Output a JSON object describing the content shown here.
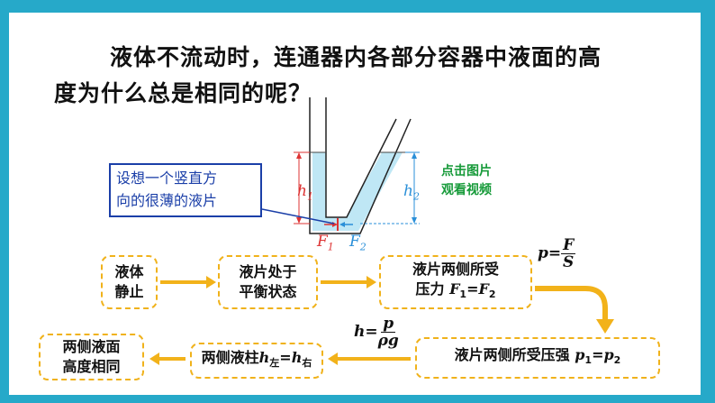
{
  "intro": {
    "line1": "液体不流动时，连通器内各部分容器中液面的高",
    "line2": "度为什么总是相同的呢？"
  },
  "callout": {
    "line1": "设想一个竖直方",
    "line2": "向的很薄的液片"
  },
  "video_link": {
    "line1": "点击图片",
    "line2": "观看视频"
  },
  "diagram": {
    "h1": "h",
    "h1_sub": "1",
    "h2": "h",
    "h2_sub": "2",
    "f1": "F",
    "f1_sub": "1",
    "f2": "F",
    "f2_sub": "2"
  },
  "flow": {
    "step1": {
      "line1": "液体",
      "line2": "静止"
    },
    "step2": {
      "line1": "液片处于",
      "line2": "平衡状态"
    },
    "step3": {
      "line1": "液片两侧所受",
      "line2": "压力 ",
      "eq_a": "F",
      "eq_a_sub": "1",
      "eq_mid": "=",
      "eq_b": "F",
      "eq_b_sub": "2"
    },
    "step4": {
      "text": "液片两侧所受压强 ",
      "eq_a": "p",
      "eq_a_sub": "1",
      "eq_mid": "=",
      "eq_b": "p",
      "eq_b_sub": "2"
    },
    "step5": {
      "text": "两侧液柱",
      "eq_a": "h",
      "eq_a_sub": "左",
      "eq_mid": "=",
      "eq_b": "h",
      "eq_b_sub": "右"
    },
    "step6": {
      "line1": "两侧液面",
      "line2": "高度相同"
    }
  },
  "formulas": {
    "pressure": {
      "lhs": "p=",
      "num": "F",
      "den": "S"
    },
    "height": {
      "lhs": "h=",
      "num": "p",
      "den": "ρg"
    }
  },
  "colors": {
    "frame": "#26a9c9",
    "arrow": "#f2b21a",
    "liquid": "#bfe7f5",
    "callout": "#1b3fa8",
    "link": "#169a39",
    "marker": "#e03030"
  }
}
